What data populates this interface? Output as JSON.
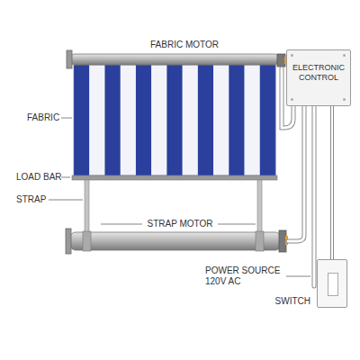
{
  "diagram": {
    "nodes": [
      {
        "text": [
          "ELECTRONIC CONTROL"
        ]
      },
      {
        "text": [
          "SWITCH"
        ]
      }
    ],
    "edges": [
      {
        "from": 0,
        "to": 1,
        "arrow": "none"
      }
    ],
    "labels": [
      "FABRIC MOTOR",
      "FABRIC",
      "LOAD BAR",
      "STRAP",
      "STRAP MOTOR",
      "POWER SOURCE 120V AC"
    ]
  }
}
